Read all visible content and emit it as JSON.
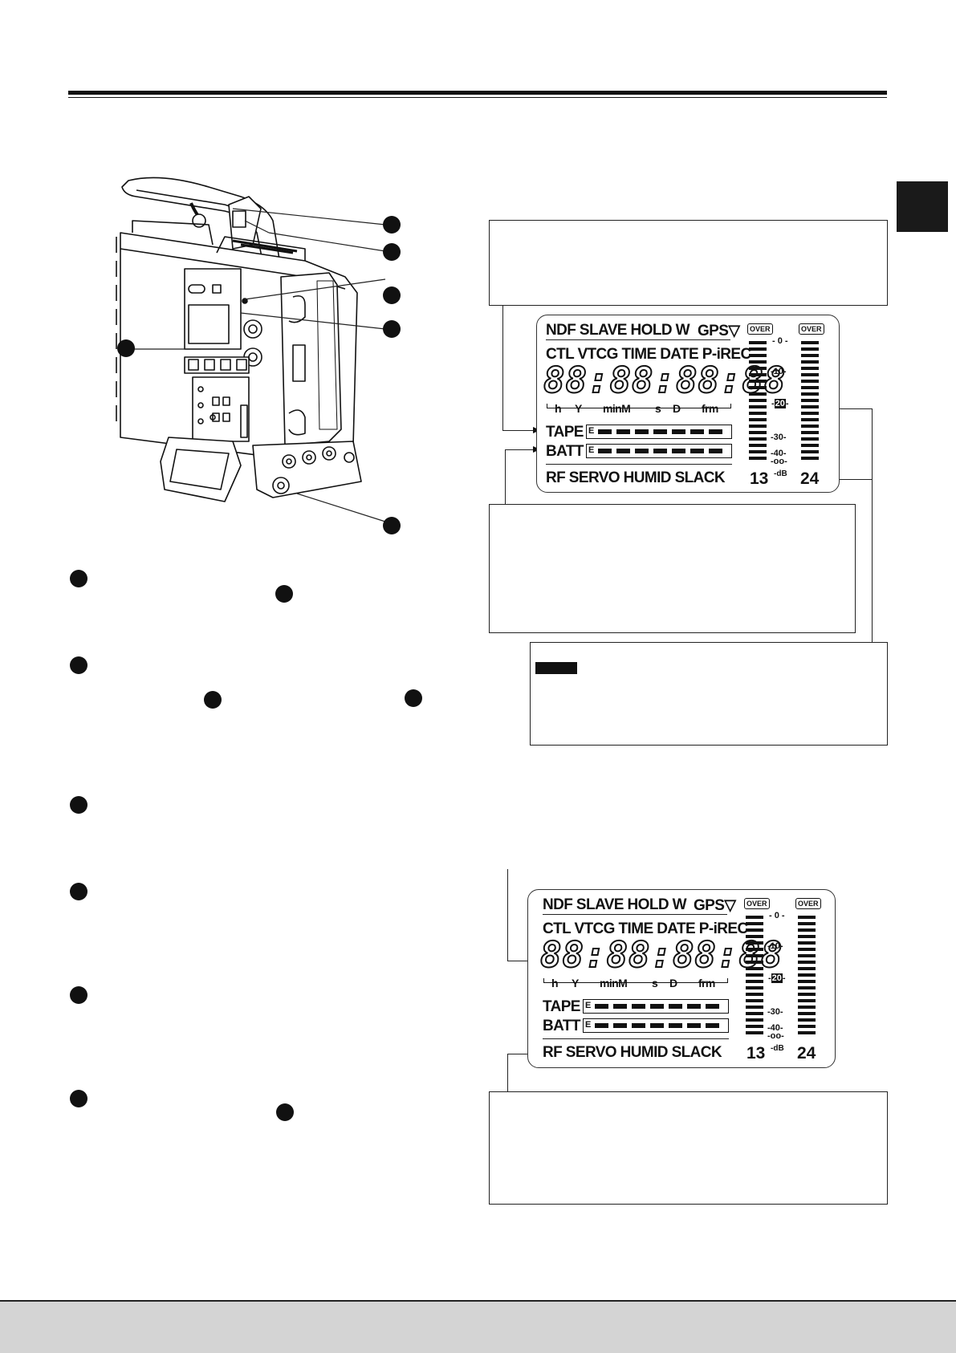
{
  "lcd_panels": [
    {
      "row1": "NDF SLAVE HOLD W",
      "gps": "GPS",
      "row2": "CTL VTCG TIME DATE P-iREC",
      "digits": "88:88:88:88",
      "units": [
        "h",
        "Y",
        "minM",
        "s",
        "D",
        "frm"
      ],
      "tape_label": "TAPE",
      "batt_label": "BATT",
      "bar_empty": "E",
      "row_bottom": "RF SERVO HUMID SLACK",
      "over_label": "OVER",
      "scale": [
        "0",
        "10",
        "20",
        "30",
        "40",
        "oo"
      ],
      "db_label": "dB",
      "left_channel": "13",
      "right_channel": "24"
    },
    {
      "row1": "NDF SLAVE HOLD W",
      "gps": "GPS",
      "row2": "CTL VTCG TIME DATE P-iREC",
      "digits": "88:88:88:88",
      "units": [
        "h",
        "Y",
        "minM",
        "s",
        "D",
        "frm"
      ],
      "tape_label": "TAPE",
      "batt_label": "BATT",
      "bar_empty": "E",
      "row_bottom": "RF SERVO HUMID SLACK",
      "over_label": "OVER",
      "scale": [
        "0",
        "10",
        "20",
        "30",
        "40",
        "oo"
      ],
      "db_label": "dB",
      "left_channel": "13",
      "right_channel": "24"
    }
  ],
  "colors": {
    "ink": "#111111",
    "footer": "#d4d4d4"
  },
  "icons": {
    "camera": "camcorder-illustration",
    "callouts": "numbered-callout-dot"
  }
}
